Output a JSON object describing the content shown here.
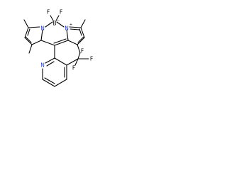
{
  "molecule": {
    "atoms": {
      "F_left": "F",
      "F_right": "F",
      "B": "B",
      "B_charge": "−",
      "N_left": "N",
      "N_right": "N",
      "N_right_charge": "+",
      "N_pyridine": "N",
      "CF3": "CF3",
      "CF3_F_top": "F",
      "CF3_F_right": "F",
      "CF3_F_bottom": "F"
    },
    "colors": {
      "bond": "#000000",
      "carbon_label": "#000000",
      "nitrogen_label": "#1f39d6"
    }
  }
}
